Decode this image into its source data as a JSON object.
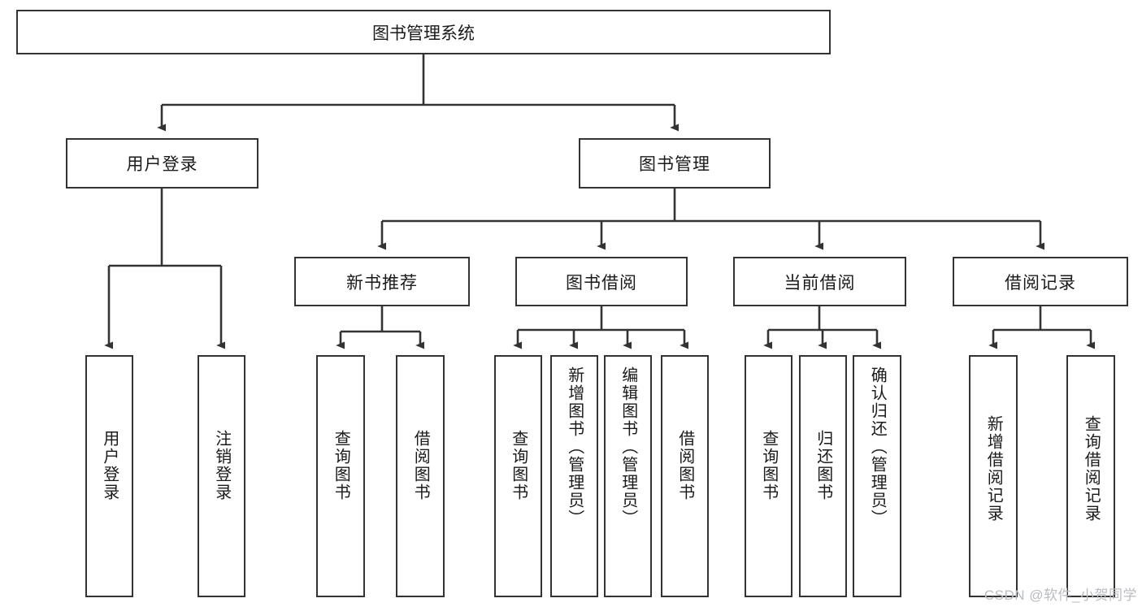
{
  "diagram": {
    "title": "图书管理系统",
    "type": "tree-hierarchy",
    "root": {
      "label": "图书管理系统"
    },
    "level2": [
      {
        "label": "用户登录"
      },
      {
        "label": "图书管理"
      }
    ],
    "level3": [
      {
        "label": "新书推荐"
      },
      {
        "label": "图书借阅"
      },
      {
        "label": "当前借阅"
      },
      {
        "label": "借阅记录"
      }
    ],
    "leaves": {
      "user_login": [
        {
          "label": "用户登录"
        },
        {
          "label": "注销登录"
        }
      ],
      "new_book_recommend": [
        {
          "label": "查询图书"
        },
        {
          "label": "借阅图书"
        }
      ],
      "book_borrow": [
        {
          "label": "查询图书"
        },
        {
          "label": "新增图书（管理员）"
        },
        {
          "label": "编辑图书（管理员）"
        },
        {
          "label": "借阅图书"
        }
      ],
      "current_borrow": [
        {
          "label": "查询图书"
        },
        {
          "label": "归还图书"
        },
        {
          "label": "确认归还（管理员）"
        }
      ],
      "borrow_record": [
        {
          "label": "新增借阅记录"
        },
        {
          "label": "查询借阅记录"
        }
      ]
    }
  },
  "watermark": {
    "text": "CSDN @软件_小贺同学"
  },
  "colors": {
    "stroke": "#333333",
    "background": "#ffffff",
    "watermark": "#b9bcc1"
  }
}
